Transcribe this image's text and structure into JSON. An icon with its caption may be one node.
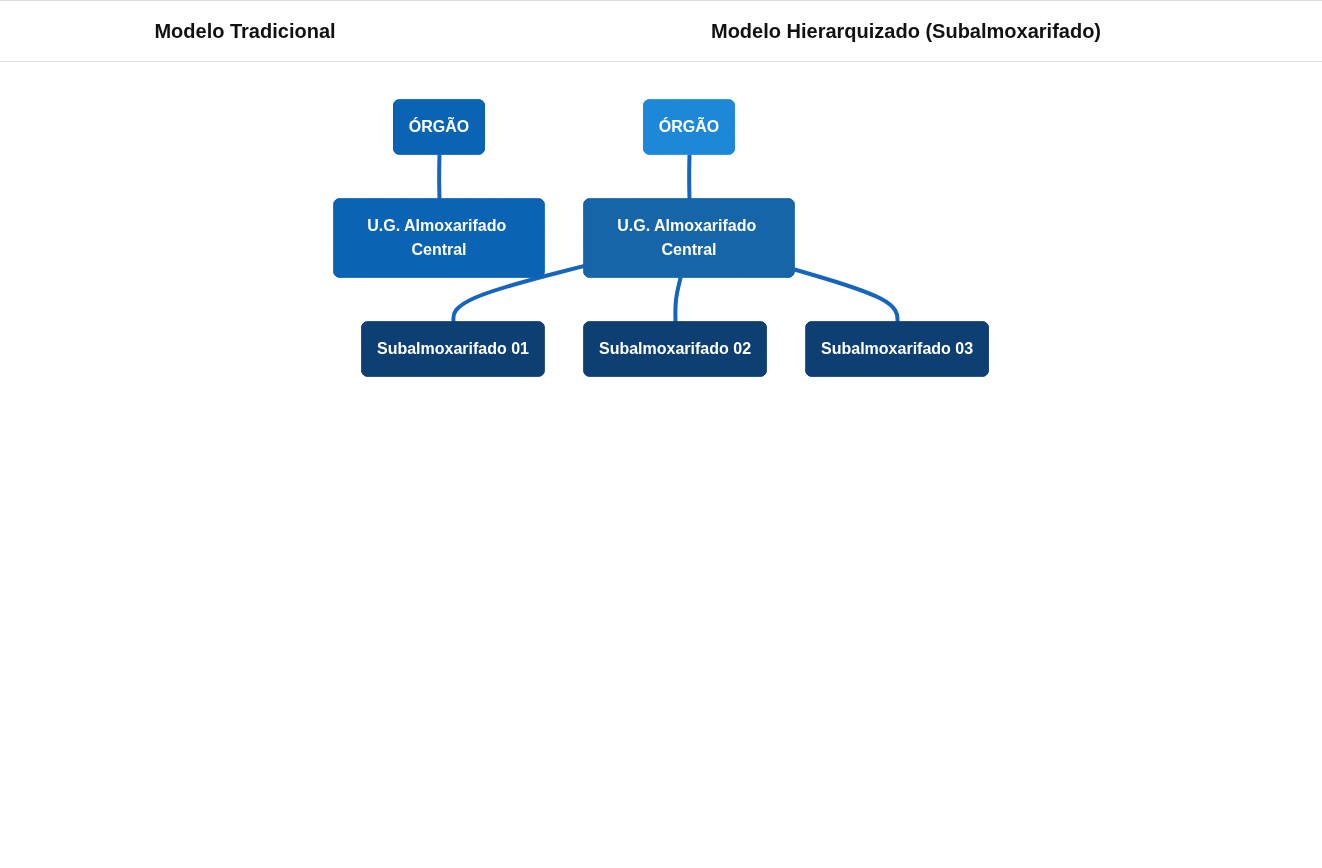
{
  "diagram": {
    "nodes": [
      {
        "text": [
          "ÓRGÃO"
        ]
      },
      {
        "text": [
          "U.G. Almoxarifado Central"
        ]
      },
      {
        "text": [
          "ÓRGÃO"
        ]
      },
      {
        "text": [
          "U.G. Almoxarifado Central"
        ]
      },
      {
        "text": [
          "Subalmoxarifado 01"
        ]
      },
      {
        "text": [
          "Subalmoxarifado 02"
        ]
      },
      {
        "text": [
          "Subalmoxarifado 03"
        ]
      }
    ],
    "edges": [
      {
        "from": 0,
        "to": 1,
        "arrow": "none"
      },
      {
        "from": 2,
        "to": 3,
        "arrow": "none"
      },
      {
        "from": 3,
        "to": 4,
        "arrow": "none"
      },
      {
        "from": 3,
        "to": 5,
        "arrow": "none"
      },
      {
        "from": 3,
        "to": 6,
        "arrow": "none"
      }
    ],
    "labels": [
      "Modelo Tradicional",
      "Modelo Hierarquizado (Subalmoxarifado)"
    ]
  }
}
